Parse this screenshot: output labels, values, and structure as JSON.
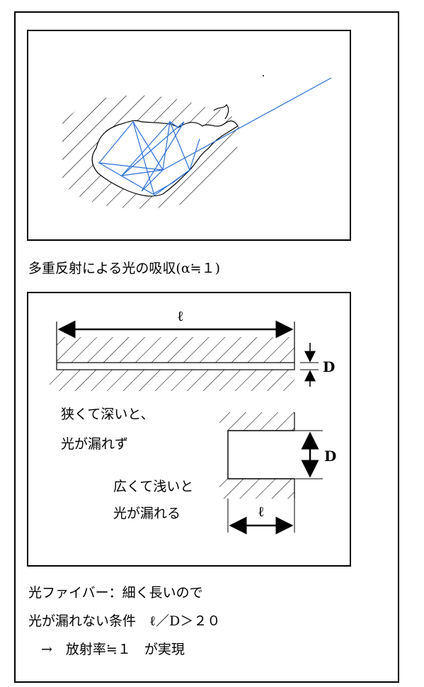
{
  "caption1": "多重反射による光の吸収(α≒１)",
  "diagram2": {
    "ell_label": "ℓ",
    "d_label_top": "D",
    "d_label_bottom": "D",
    "narrow_line1": "狭くて深いと、",
    "narrow_line2": "光が漏れず",
    "wide_line1": "広くて浅いと",
    "wide_line2": "光が漏れる",
    "ell_label_bottom": "ℓ"
  },
  "footer": {
    "line1": "光ファイバー：細く長いので",
    "line2": "光が漏れない条件　ℓ／D＞２０",
    "line3": "→　放射率≒１　が実現"
  },
  "colors": {
    "ray": "#2a6fd6",
    "line": "#000000"
  }
}
